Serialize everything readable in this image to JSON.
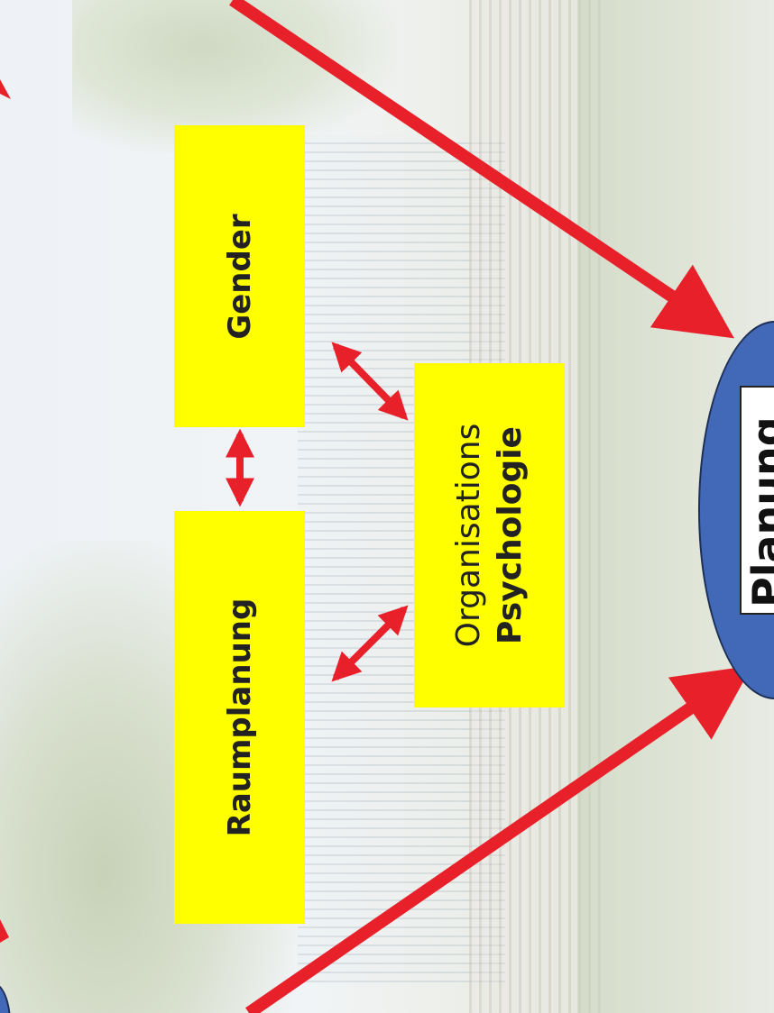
{
  "diagram": {
    "boxes": {
      "gender": {
        "label": "Gender"
      },
      "raumplanung": {
        "label": "Raumplanung"
      },
      "organisations": {
        "line1": "Organisations",
        "line2": "Psychologie"
      }
    },
    "target": {
      "label": "Planung"
    },
    "colors": {
      "box_fill": "#ffff00",
      "arrow": "#e8202a",
      "ellipse_fill": "#4169b8",
      "text": "#222222"
    }
  }
}
